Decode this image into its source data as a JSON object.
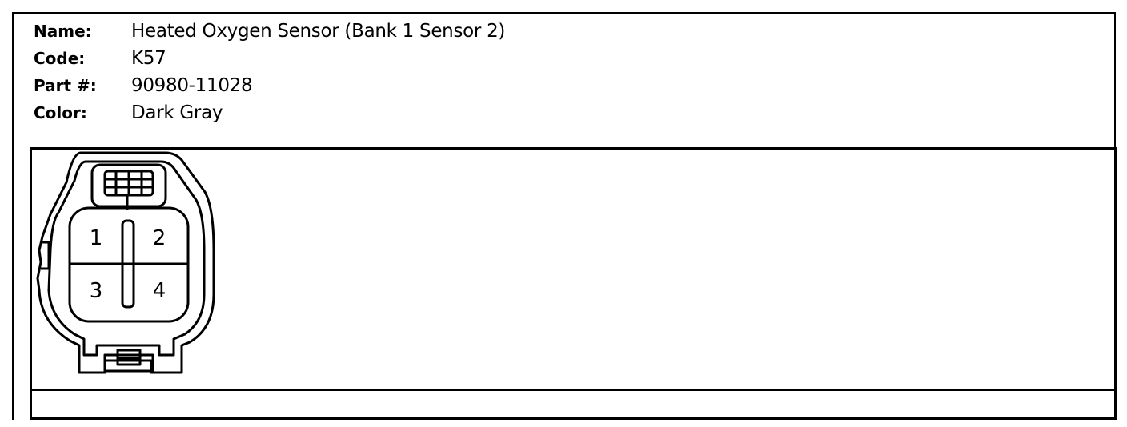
{
  "fields": [
    {
      "label": "Name:",
      "value": "Heated Oxygen Sensor (Bank 1 Sensor 2)"
    },
    {
      "label": "Code:",
      "value": "K57"
    },
    {
      "label": "Part #:",
      "value": "90980-11028"
    },
    {
      "label": "Color:",
      "value": "Dark Gray"
    }
  ],
  "connector": {
    "pins": [
      "1",
      "2",
      "3",
      "4"
    ]
  }
}
